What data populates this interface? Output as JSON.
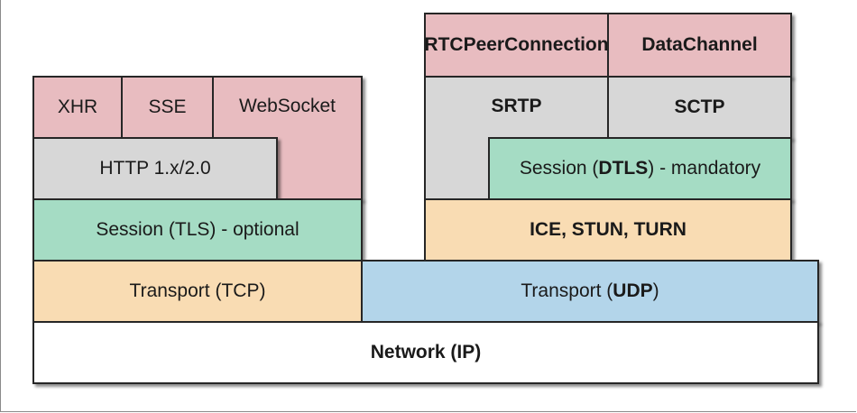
{
  "left_stack": {
    "xhr": "XHR",
    "sse": "SSE",
    "websocket": "WebSocket",
    "http": "HTTP 1.x/2.0",
    "tls": "Session (TLS) - optional",
    "tcp": "Transport (TCP)"
  },
  "right_stack": {
    "rtc_peer_connection": "RTCPeerConnection",
    "data_channel": "DataChannel",
    "srtp": "SRTP",
    "sctp": "SCTP",
    "dtls_prefix": "Session (",
    "dtls_bold": "DTLS",
    "dtls_suffix": ") - mandatory",
    "ice": "ICE, STUN, TURN",
    "udp_prefix": "Transport (",
    "udp_bold": "UDP",
    "udp_suffix": ")"
  },
  "network": {
    "prefix": "Network (",
    "bold": "IP",
    "suffix": ")"
  },
  "colors": {
    "application": "#e8bcc0",
    "protocol": "#d7d7d7",
    "session": "#a5dcc4",
    "transport": "#f9dcb3",
    "udp": "#b3d5ea",
    "network": "#ffffff"
  }
}
